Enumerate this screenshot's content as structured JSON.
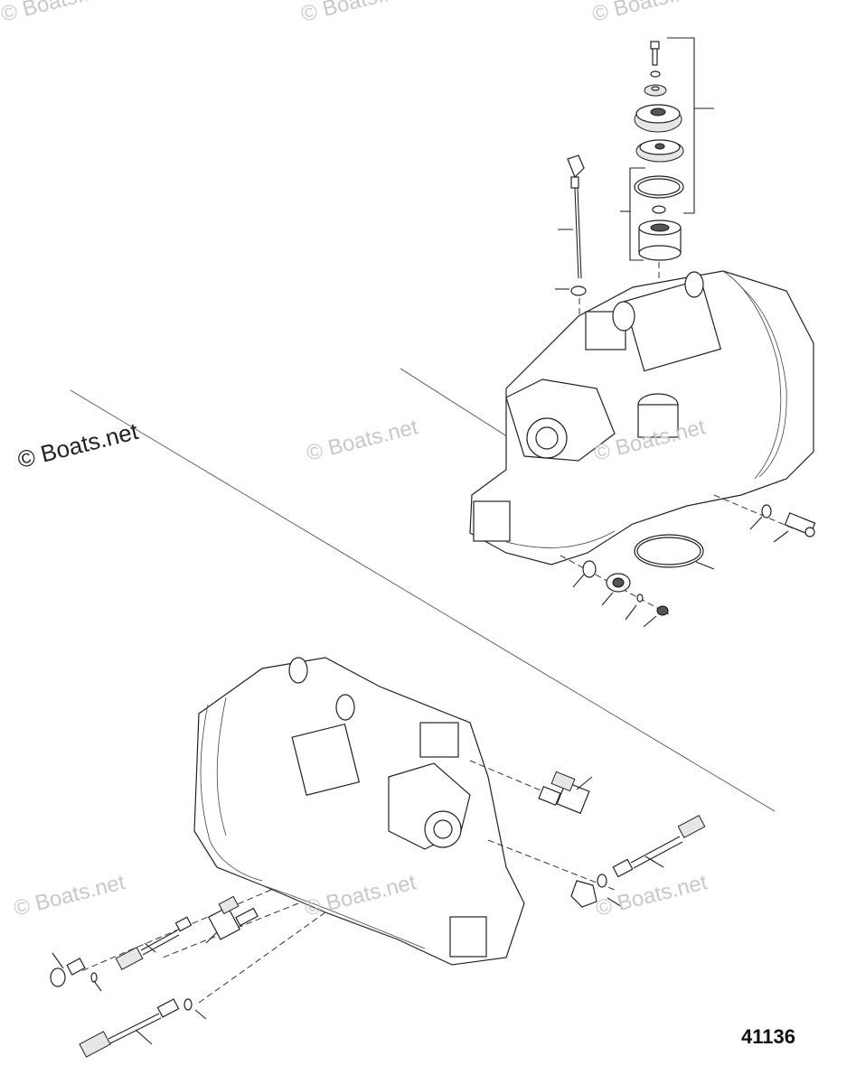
{
  "watermark": {
    "main": "© Boats.net",
    "faded": [
      "© Boats.net",
      "© Boats.net",
      "© Boats.net",
      "© Boats.net",
      "© Boats.net",
      "© Boats.net",
      "© Boats.net",
      "© Boats.net"
    ]
  },
  "figure_number": "41136"
}
